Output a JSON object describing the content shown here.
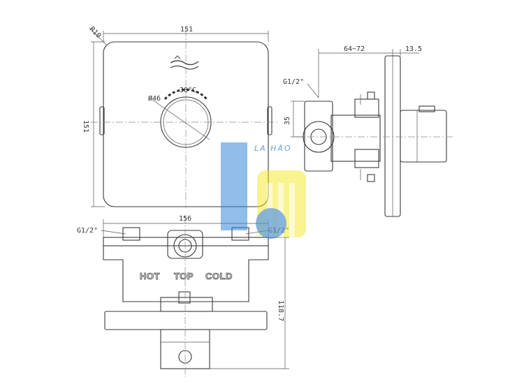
{
  "dimensions": {
    "front_width": "151",
    "front_height": "151",
    "corner_radius": "R10",
    "dial_diameter": "Ø46",
    "dial_marking": "38°C",
    "side_depth": "64~72",
    "side_plate": "13.5",
    "side_thread": "G1/2\"",
    "side_height": "35",
    "bottom_width": "156",
    "bottom_thread_left": "G1/2\"",
    "bottom_thread_right": "G1/2\"",
    "bottom_height": "118.7"
  },
  "labels": {
    "hot": "HOT",
    "top": "TOP",
    "cold": "COLD"
  },
  "watermark": {
    "text": "LA HÀO",
    "color_blue": "#2f7fd6",
    "color_yellow": "#f2e51a"
  }
}
